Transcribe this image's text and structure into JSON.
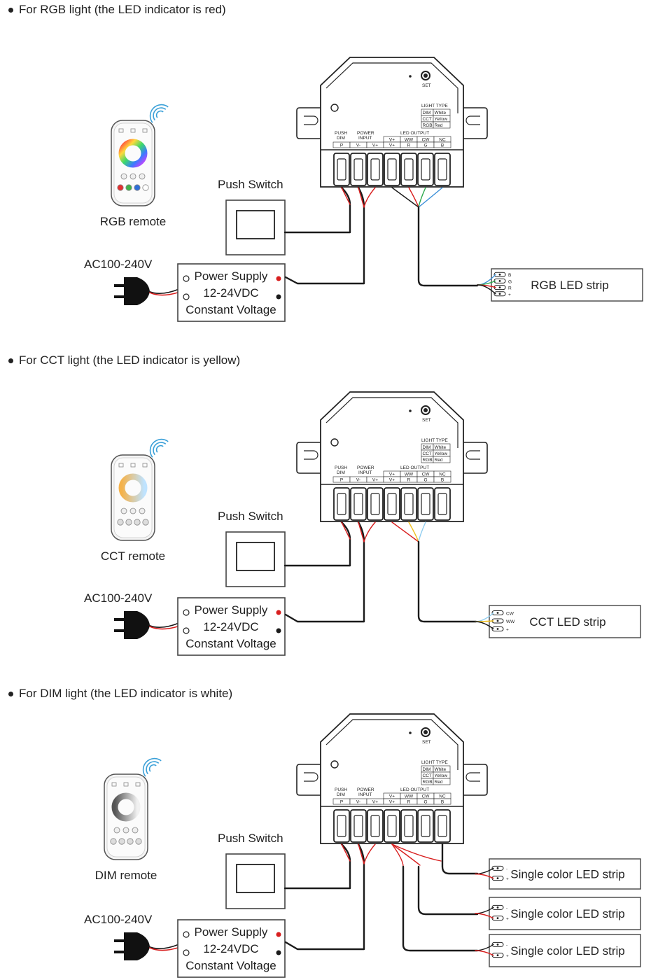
{
  "sections": [
    {
      "heading": "For RGB light (the LED indicator is red)",
      "remote_label": "RGB remote",
      "remote_ring": "rgb",
      "strip_label": "RGB LED strip",
      "strip_pins": [
        "B",
        "G",
        "R",
        "+"
      ],
      "strips": 1
    },
    {
      "heading": "For CCT light (the LED indicator is yellow)",
      "remote_label": "CCT remote",
      "remote_ring": "cct",
      "strip_label": "CCT LED strip",
      "strip_pins": [
        "CW",
        "WW",
        "+"
      ],
      "strips": 1
    },
    {
      "heading": "For DIM light (the LED indicator is white)",
      "remote_label": "DIM remote",
      "remote_ring": "dim",
      "strip_label": "Single color LED strip",
      "strip_pins": [
        "-",
        "+"
      ],
      "strips": 3
    }
  ],
  "common": {
    "push_switch": "Push Switch",
    "ac_label": "AC100-240V",
    "psu_line1": "Power Supply",
    "psu_line2": "12-24VDC",
    "psu_line3": "Constant Voltage",
    "set_label": "SET",
    "light_type_title": "LIGHT TYPE",
    "light_types": [
      [
        "DIM",
        "White"
      ],
      [
        "CCT",
        "Yellow"
      ],
      [
        "RGB",
        "Red"
      ]
    ],
    "group_push": [
      "PUSH",
      "DIM"
    ],
    "group_power": [
      "POWER",
      "INPUT"
    ],
    "group_led": "LED OUTPUT",
    "term_top": [
      "V+",
      "WW",
      "CW",
      "NC"
    ],
    "term_bottom": [
      "P",
      "V-",
      "V+",
      "V+",
      "R",
      "G",
      "B"
    ]
  },
  "colors": {
    "wire": "#1a1a1a",
    "red": "#d81e1e",
    "green": "#2aa84a",
    "blue": "#3a8fd8",
    "yellow": "#f0c020",
    "lightblue": "#8fcdf0"
  }
}
